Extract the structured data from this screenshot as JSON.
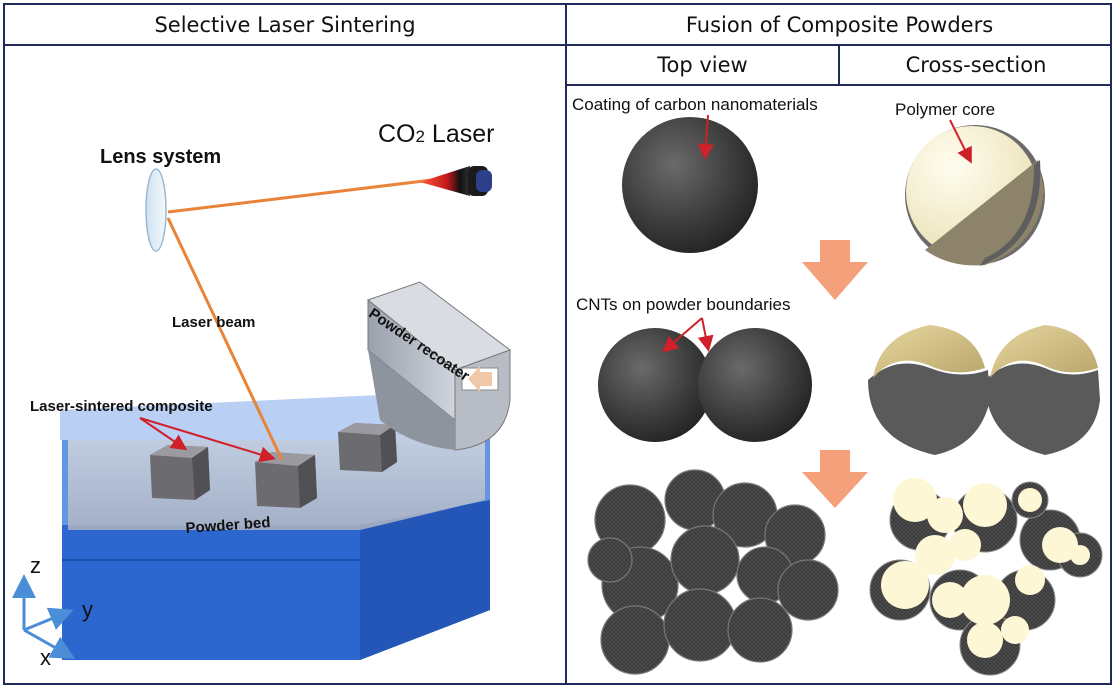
{
  "headers": {
    "left_title": "Selective Laser Sintering",
    "right_title": "Fusion of Composite Powders",
    "top_view": "Top view",
    "cross_section": "Cross-section"
  },
  "sls": {
    "lens_system": "Lens system",
    "laser_main": "CO",
    "laser_sub": "2",
    "laser_suffix": " Laser",
    "laser_beam": "Laser beam",
    "powder_recoater": "Powder recoater",
    "laser_sintered_composite": "Laser-sintered composite",
    "powder_bed": "Powder bed",
    "axis_z": "z",
    "axis_y": "y",
    "axis_x": "x"
  },
  "fusion": {
    "coating_label": "Coating of carbon nanomaterials",
    "polymer_core": "Polymer core",
    "cnt_boundaries": "CNTs on powder boundaries"
  },
  "colors": {
    "frame": "#1f2a5a",
    "beam": "#e8843a",
    "arrow_red": "#d0202a",
    "big_arrow": "#f4a07a",
    "powder_bed_blue": "#2f6fd6",
    "particle_dark": "#3a3a3a",
    "polymer_cream": "#f4efcf"
  }
}
